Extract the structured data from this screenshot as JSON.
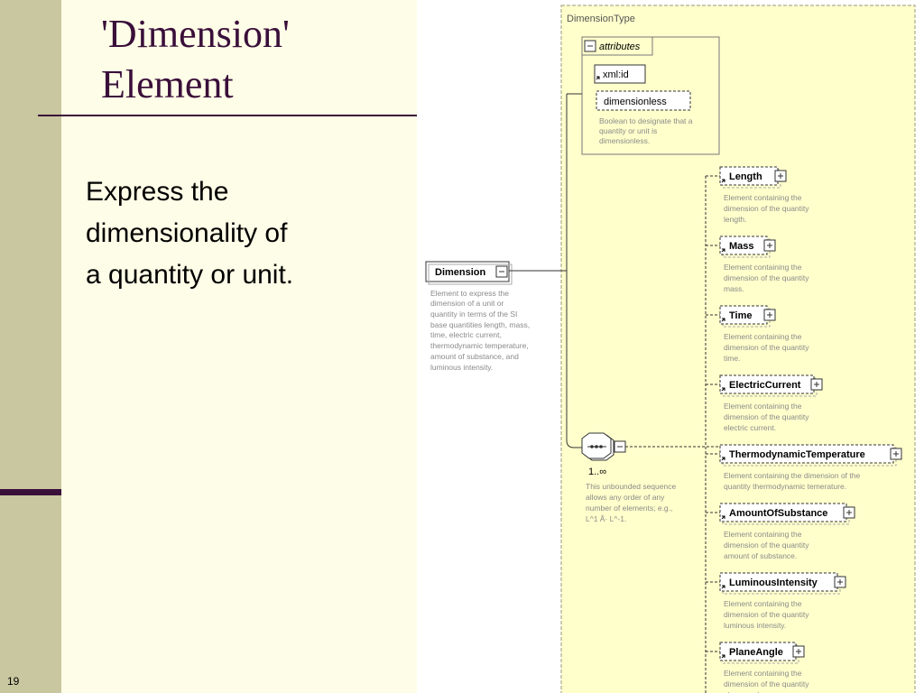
{
  "slide": {
    "title_line1": "'Dimension'",
    "title_line2": "Element",
    "body_line1": "Express the",
    "body_line2": "dimensionality of",
    "body_line3": "a quantity or unit.",
    "page_number": "19"
  },
  "diagram": {
    "type_name": "DimensionType",
    "attributes_label": "attributes",
    "xml_id": "xml:id",
    "dimensionless": "dimensionless",
    "dimensionless_desc": [
      "Boolean to designate that a",
      "quantity or unit is",
      "dimensionless."
    ],
    "root_name": "Dimension",
    "root_desc": [
      "Element to express the",
      "dimension of a unit or",
      "quantity in terms of the SI",
      "base quantities length, mass,",
      "time, electric current,",
      "thermodynamic temperature,",
      "amount of substance, and",
      "luminous intensity."
    ],
    "sequence_cardinality": "1..∞",
    "sequence_desc": [
      "This unbounded sequence",
      "allows any order of any",
      "number of elements; e.g.,",
      "L^1 Â· L^-1."
    ],
    "elements": [
      {
        "name": "Length",
        "desc": [
          "Element containing the",
          "dimension of the quantity",
          "length."
        ]
      },
      {
        "name": "Mass",
        "desc": [
          "Element containing the",
          "dimension of the quantity",
          "mass."
        ]
      },
      {
        "name": "Time",
        "desc": [
          "Element containing the",
          "dimension of the quantity",
          "time."
        ]
      },
      {
        "name": "ElectricCurrent",
        "desc": [
          "Element containing the",
          "dimension of the quantity",
          "electric current."
        ]
      },
      {
        "name": "ThermodynamicTemperature",
        "desc": [
          "Element containing the dimension of the",
          "quantity thermodynamic temerature."
        ]
      },
      {
        "name": "AmountOfSubstance",
        "desc": [
          "Element containing the",
          "dimension of the quantity",
          "amount of substance."
        ]
      },
      {
        "name": "LuminousIntensity",
        "desc": [
          "Element containing the",
          "dimension of the quantity",
          "luminous intensity."
        ]
      },
      {
        "name": "PlaneAngle",
        "desc": [
          "Element containing the",
          "dimension of the quantity",
          "plane angle."
        ]
      }
    ]
  },
  "colors": {
    "sidebar": "#c8c79f",
    "accent": "#3a0f3a",
    "slide_bg": "#fefde7",
    "type_bg": "#ffffcc",
    "type_border": "#9a9a7a"
  }
}
